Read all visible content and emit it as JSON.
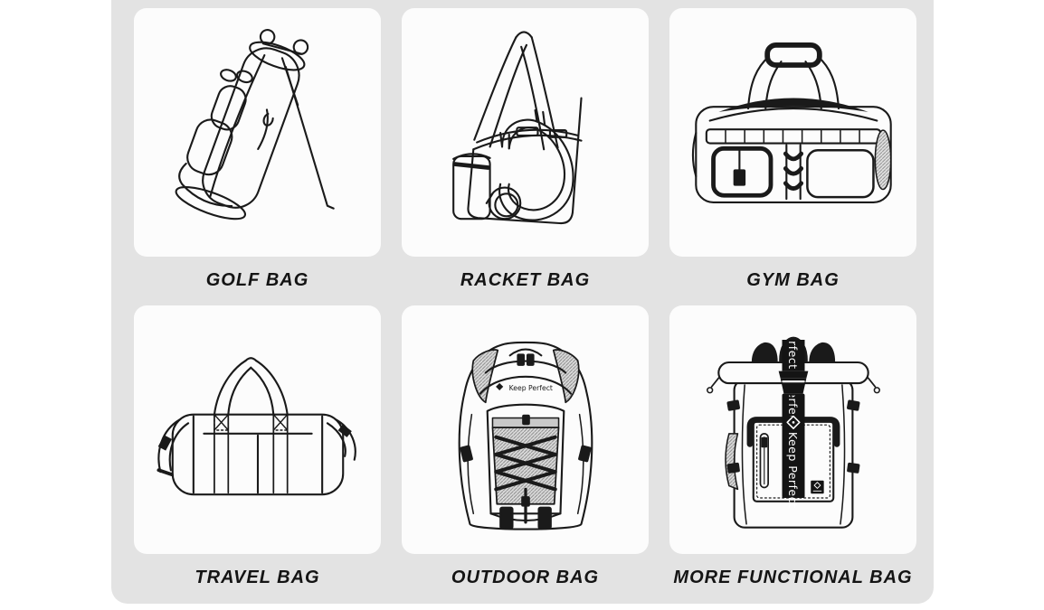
{
  "page": {
    "background_color": "#ffffff",
    "panel_color": "#e3e3e3",
    "card_color": "#fcfcfc",
    "illustration_line_color": "#1a1a1a",
    "label_color": "#141414"
  },
  "brand": {
    "name": "Keep Perfect"
  },
  "categories": [
    {
      "id": "golf-bag",
      "label": "GOLF BAG"
    },
    {
      "id": "racket-bag",
      "label": "RACKET BAG"
    },
    {
      "id": "gym-bag",
      "label": "GYM BAG"
    },
    {
      "id": "travel-bag",
      "label": "TRAVEL BAG"
    },
    {
      "id": "outdoor-bag",
      "label": "OUTDOOR BAG",
      "illustration_text": "Keep Perfect"
    },
    {
      "id": "more-functional-bag",
      "label": "MORE FUNCTIONAL BAG",
      "strap_text": "Keep Perfect"
    }
  ]
}
